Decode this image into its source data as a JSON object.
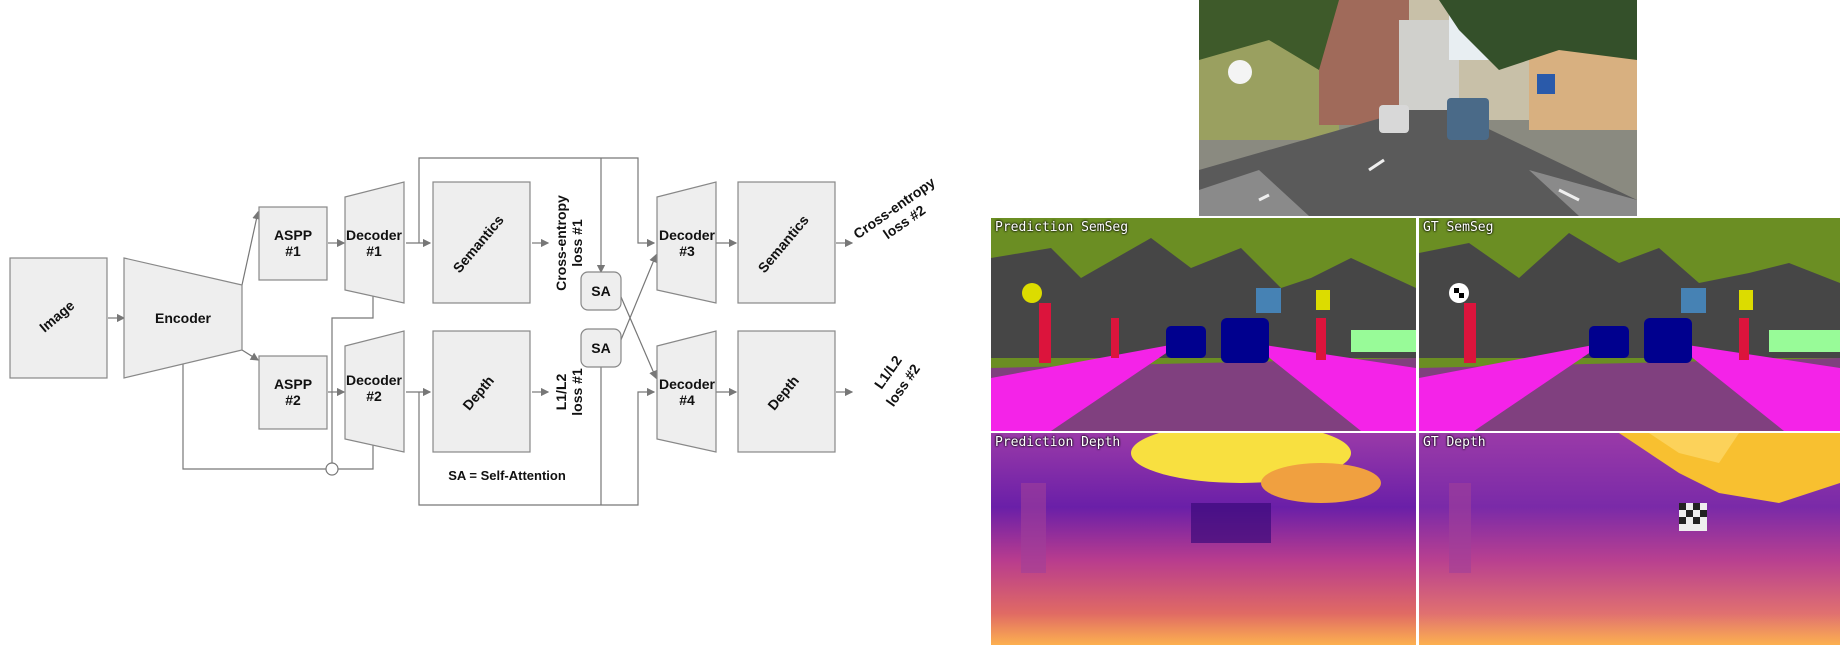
{
  "diagram": {
    "image": "Image",
    "encoder": "Encoder",
    "aspp1": [
      "ASPP",
      "#1"
    ],
    "aspp2": [
      "ASPP",
      "#2"
    ],
    "decoder1": [
      "Decoder",
      "#1"
    ],
    "decoder2": [
      "Decoder",
      "#2"
    ],
    "decoder3": [
      "Decoder",
      "#3"
    ],
    "decoder4": [
      "Decoder",
      "#4"
    ],
    "semantics": "Semantics",
    "depth": "Depth",
    "loss_ce1": [
      "Cross-entropy",
      "loss #1"
    ],
    "loss_l1": [
      "L1/L2",
      "loss #1"
    ],
    "loss_ce2": [
      "Cross-entropy",
      "loss #2"
    ],
    "loss_l2": [
      "L1/L2",
      "loss #2"
    ],
    "sa": "SA",
    "legend": "SA = Self-Attention"
  },
  "panels": {
    "pred_semseg": "Prediction SemSeg",
    "gt_semseg": "GT SemSeg",
    "pred_depth": "Prediction Depth",
    "gt_depth": "GT Depth"
  },
  "colors": {
    "sky_veg": "#6b8e23",
    "building": "#464646",
    "road": "#80407f",
    "sidewalk": "#f423e8",
    "car": "#00008e",
    "person": "#dc143c",
    "depth_near": "#fcd25a",
    "depth_far": "#6a1fa8"
  }
}
